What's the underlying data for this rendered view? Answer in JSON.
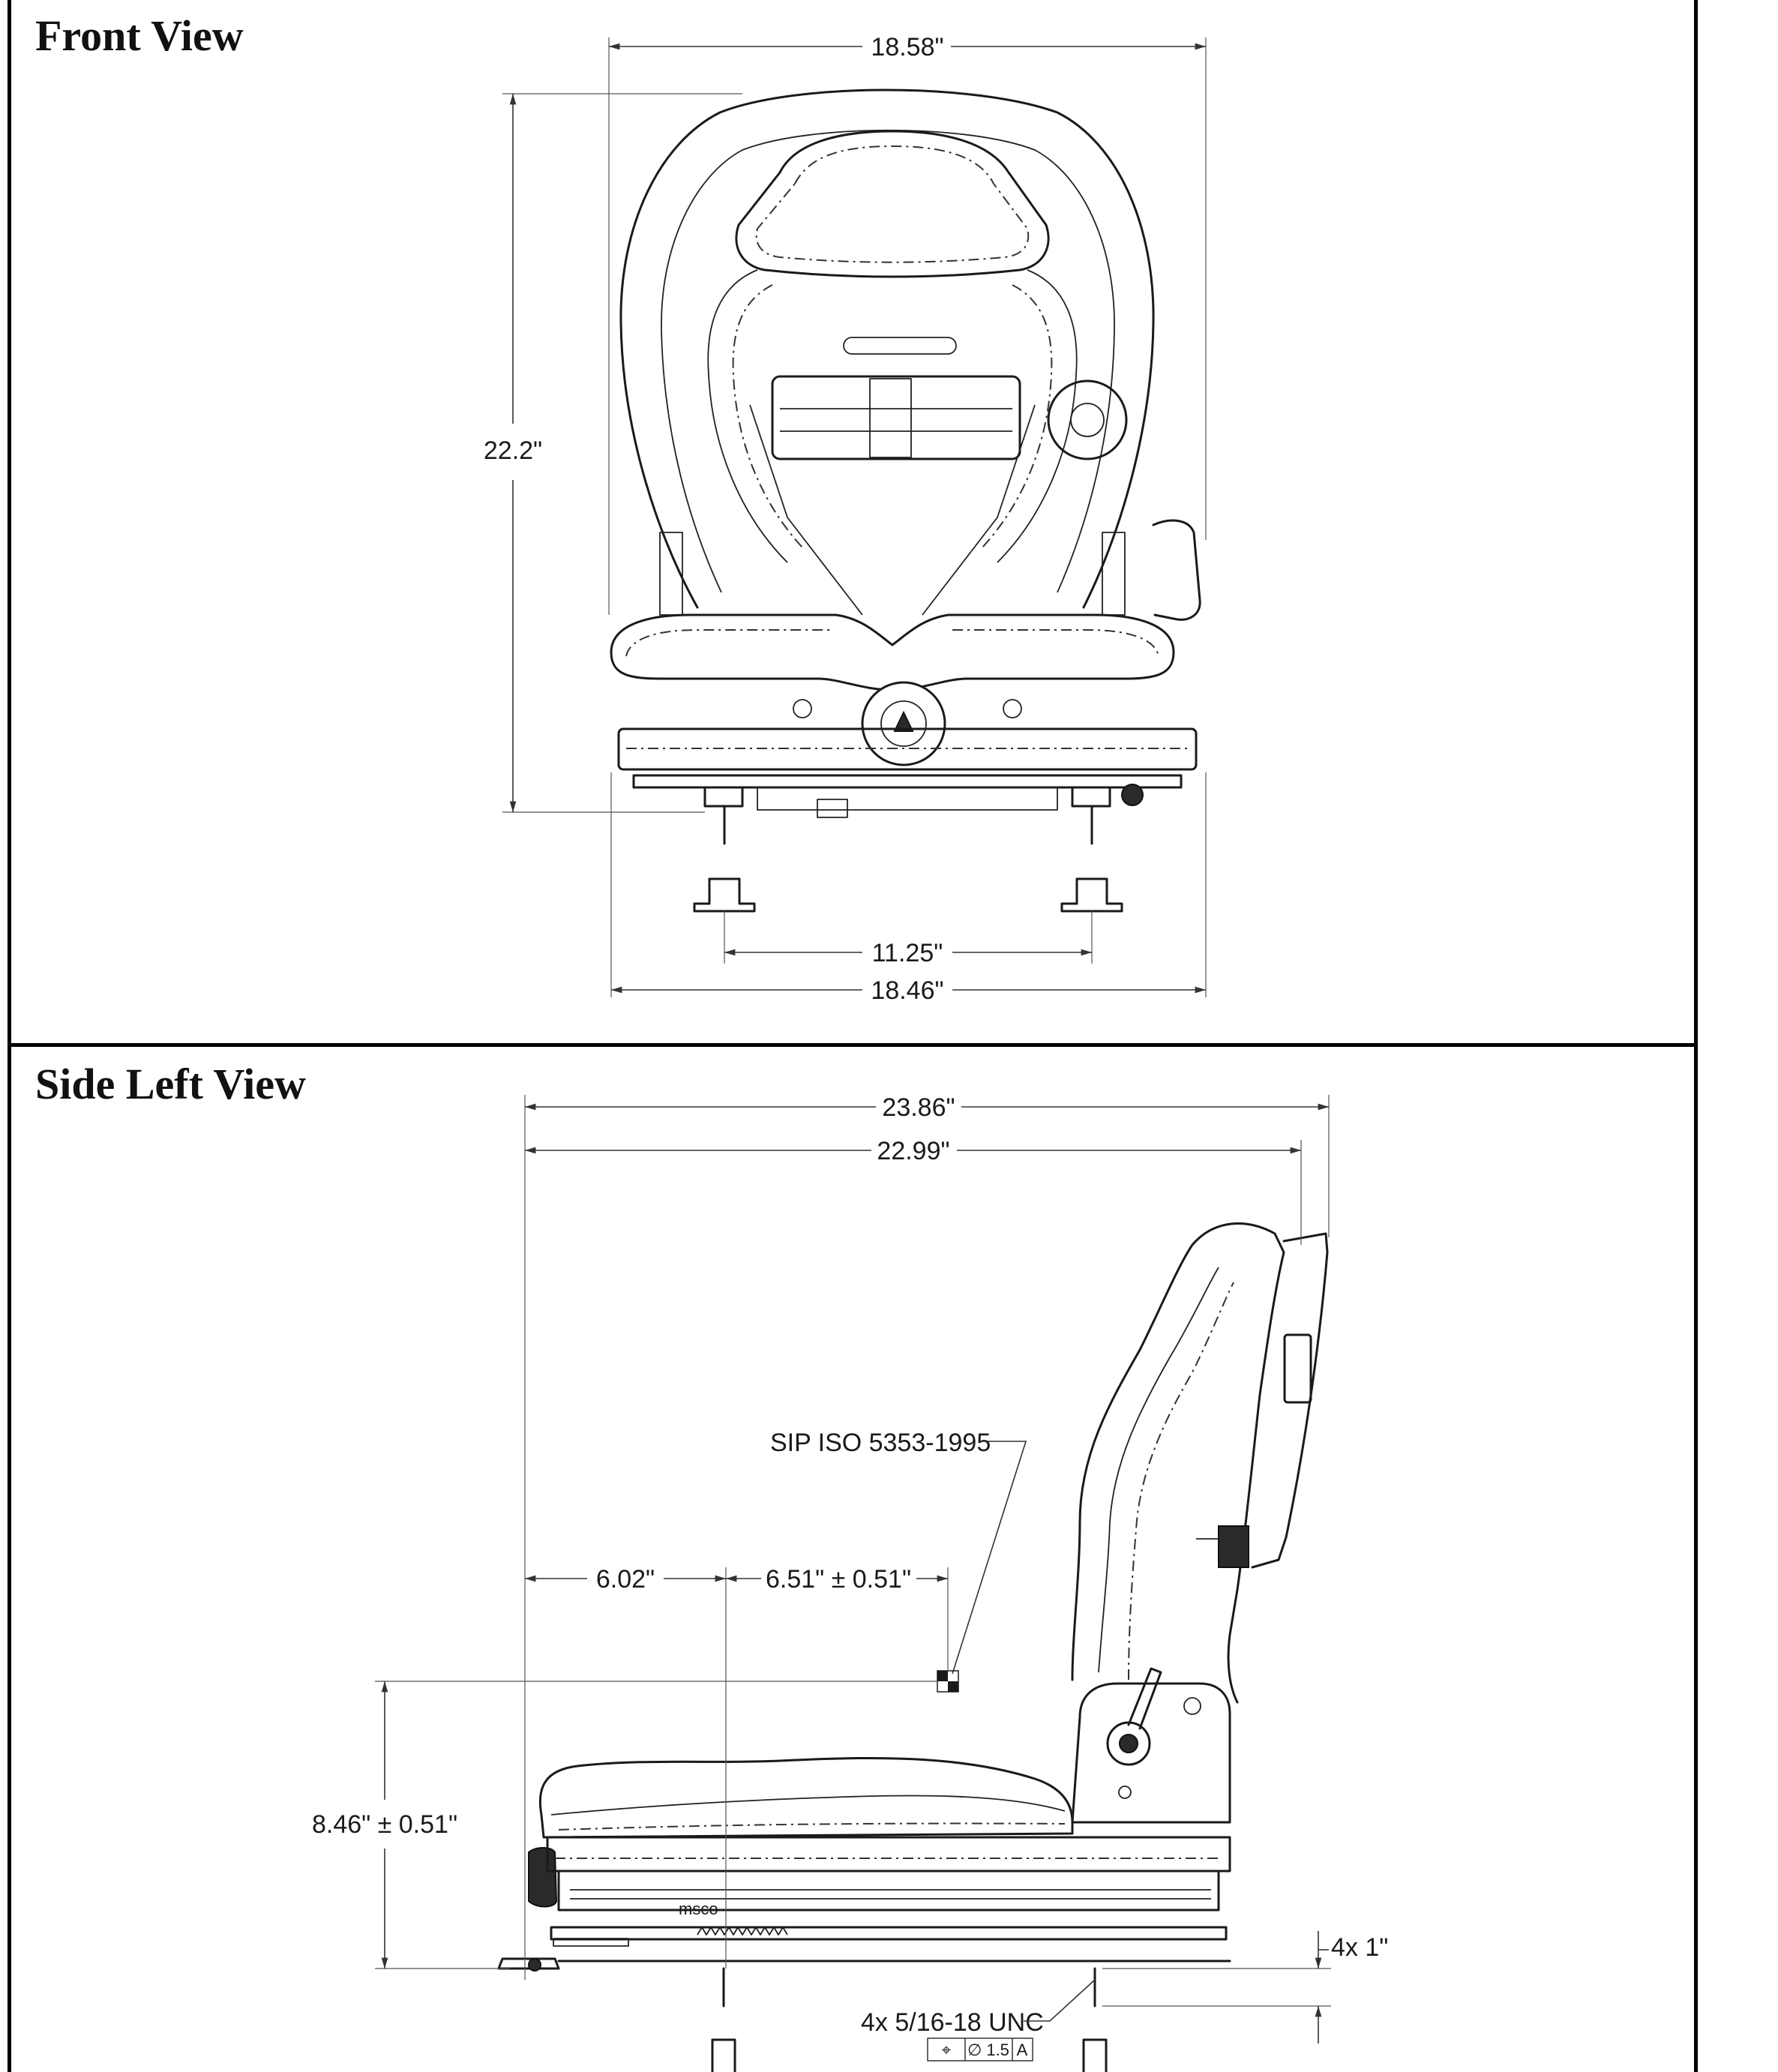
{
  "views": [
    {
      "title": "Front View",
      "dimensions": {
        "top_width": "18.58\"",
        "height": "22.2\"",
        "mount_spacing": "11.25\"",
        "base_width": "18.46\""
      }
    },
    {
      "title": "Side Left View",
      "dimensions": {
        "overall_depth": "23.86\"",
        "depth": "22.99\"",
        "front_to_mount": "6.02\"",
        "mount_to_sip": "6.51\" ± 0.51\"",
        "sip_height": "8.46\" ± 0.51\"",
        "stud_length": "4x 1\""
      },
      "annotations": {
        "sip": "SIP ISO 5353-1995",
        "thread": "4x 5/16-18 UNC",
        "tolerance_symbol": "⌖",
        "tolerance_diameter": "∅ 1.5",
        "tolerance_datum": "A",
        "brand_mark": "msco"
      }
    }
  ],
  "colors": {
    "line": "#1a1a1a",
    "background": "#ffffff",
    "frame": "#000000"
  }
}
